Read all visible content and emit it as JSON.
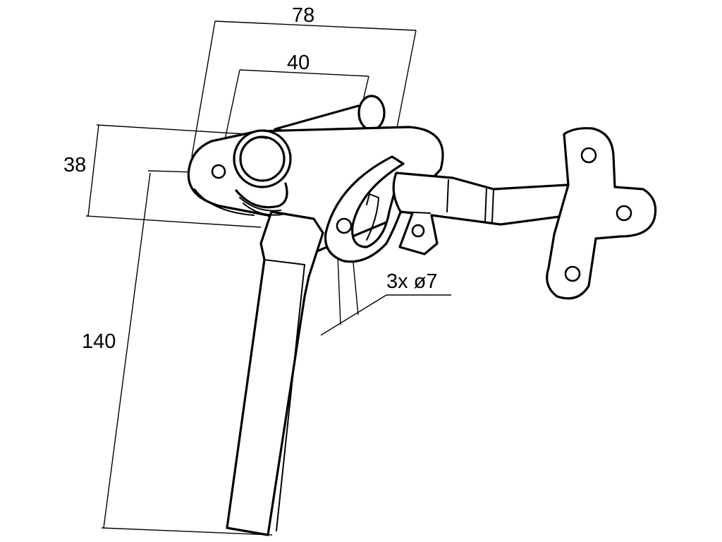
{
  "dimensions": {
    "overall_width": "78",
    "inner_width": "40",
    "height": "38",
    "handle_length": "140",
    "holes": "3x ø7"
  }
}
